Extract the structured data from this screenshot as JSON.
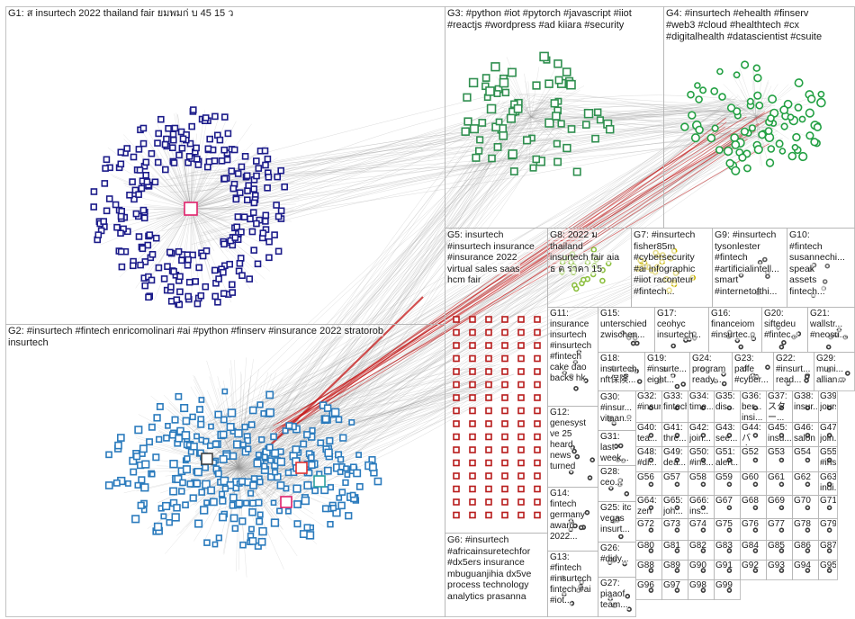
{
  "groups": [
    {
      "id": "G1",
      "text": "G1: ส insurtech 2022 thailand fair ยมพมก่ บ 45 15 ว",
      "node_color": "#1c1c8a",
      "shape": "square",
      "size": "large",
      "count": 260
    },
    {
      "id": "G2",
      "text": "G2: #insurtech #fintech enricomolinari #ai #python #finserv #insurance 2022 stratorob\ninsurtech",
      "node_color": "#2b7bbd",
      "shape": "square",
      "size": "large",
      "count": 300
    },
    {
      "id": "G3",
      "text": "G3: #python #iot #pytorch #javascript #iiot\n#reactjs #wordpress #ad kiiara #security",
      "node_color": "#2f8f4f",
      "shape": "square",
      "size": "mid",
      "count": 70
    },
    {
      "id": "G4",
      "text": "G4: #insurtech #ehealth #finserv\n#web3 #cloud #healthtech #cx\n#digitalhealth #datascientist #csuite",
      "node_color": "#23a043",
      "shape": "circle",
      "size": "mid",
      "count": 80
    },
    {
      "id": "G5",
      "text": "G5: insurtech\n#insurtech insurance\n#insurance 2022\nvirtual sales saas\nhcm fair",
      "node_color": "#b81c1c",
      "shape": "square",
      "size": "grid",
      "count": 96
    },
    {
      "id": "G6",
      "text": "G6: #insurtech\n#africainsuretechfor\n#dx5ers insurance\nmbuguanjihia dx5ve\nprocess technology\nanalytics prasanna",
      "node_color": "#2b7bbd",
      "shape": "square",
      "size": "mid",
      "count": 0
    },
    {
      "id": "G7",
      "text": "G7: #insurtech\nfisher85m\n#cybersecurity\n#ai infographic\n#iiot raconteur\n#fintech...",
      "node_color": "#c8b400",
      "shape": "circle",
      "size": "small",
      "count": 22
    },
    {
      "id": "G8",
      "text": "G8: 2022 ม\nthailand\ninsurtech fair aia\nธ ต ราคา 15",
      "node_color": "#8cbf3f",
      "shape": "circle",
      "size": "small",
      "count": 22
    },
    {
      "id": "G9",
      "text": "G9: #insurtech\ntysonlester\n#fintech\n#artificialintell...\nsmart\n#internetofthi...",
      "node_color": "#5a5a5a",
      "shape": "circle",
      "size": "small",
      "count": 12
    },
    {
      "id": "G10",
      "text": "G10:\n#fintech\nsusannechi...\nspeak\nassets\nfintech...",
      "node_color": "#6d6d6d",
      "shape": "circle",
      "size": "small",
      "count": 12
    },
    {
      "id": "G11",
      "text": "G11:\ninsurance\ninsurtech\n#insurtech\n#fintech\ncake dao\nbacks hk",
      "node_color": "#3d3d3d",
      "shape": "circle",
      "size": "small",
      "count": 8
    },
    {
      "id": "G12",
      "text": "G12:\ngenesyst\nve 25\nheard\nnews\nturned",
      "node_color": "#3d3d3d",
      "shape": "circle",
      "size": "small",
      "count": 8
    },
    {
      "id": "G13",
      "text": "G13:\n#fintech\n#insurtech\nfintech #ai\n#iot...",
      "node_color": "#3d3d3d",
      "shape": "circle",
      "size": "small",
      "count": 6
    },
    {
      "id": "G14",
      "text": "G14:\nfintech\ngermany\naward\n2022...",
      "node_color": "#3d3d3d",
      "shape": "circle",
      "size": "small",
      "count": 6
    },
    {
      "id": "G15",
      "text": "G15:\nunterschied\nzwischen...",
      "node_color": "#3d3d3d",
      "shape": "circle",
      "size": "small",
      "count": 6
    },
    {
      "id": "G16",
      "text": "G16:\nfinanceiom\n#insurtec...",
      "node_color": "#3d3d3d",
      "shape": "circle",
      "size": "small",
      "count": 6
    },
    {
      "id": "G17",
      "text": "G17:\nceohyc\ninsurtech...",
      "node_color": "#3d3d3d",
      "shape": "circle",
      "size": "small",
      "count": 6
    },
    {
      "id": "G18",
      "text": "G18:\ninsurtech\nnft保険...",
      "node_color": "#3d3d3d",
      "shape": "circle",
      "size": "small",
      "count": 5
    },
    {
      "id": "G19",
      "text": "G19:\n#insurte...\neight...",
      "node_color": "#3d3d3d",
      "shape": "circle",
      "size": "small",
      "count": 5
    },
    {
      "id": "G20",
      "text": "G20:\nsiftedeu\n#fintec...",
      "node_color": "#3d3d3d",
      "shape": "circle",
      "size": "small",
      "count": 5
    },
    {
      "id": "G21",
      "text": "G21:\nwallstr...\n#neosu...",
      "node_color": "#3d3d3d",
      "shape": "circle",
      "size": "small",
      "count": 5
    },
    {
      "id": "G22",
      "text": "G22:\n#insurt...\nread...",
      "node_color": "#3d3d3d",
      "shape": "circle",
      "size": "small",
      "count": 4
    },
    {
      "id": "G23",
      "text": "G23:\npaffe\n#cyber...",
      "node_color": "#3d3d3d",
      "shape": "circle",
      "size": "small",
      "count": 4
    },
    {
      "id": "G24",
      "text": "G24:\nprogram\nready...",
      "node_color": "#3d3d3d",
      "shape": "circle",
      "size": "small",
      "count": 4
    },
    {
      "id": "G25",
      "text": "G25: itc\nvegas\ninsurt...",
      "node_color": "#3d3d3d",
      "shape": "circle",
      "size": "small",
      "count": 4
    },
    {
      "id": "G26",
      "text": "G26:\n#didy...",
      "node_color": "#3d3d3d",
      "shape": "circle",
      "size": "small",
      "count": 4
    },
    {
      "id": "G27",
      "text": "G27:\npiaaof\nteam...",
      "node_color": "#3d3d3d",
      "shape": "circle",
      "size": "small",
      "count": 4
    },
    {
      "id": "G28",
      "text": "G28:\nceo...",
      "node_color": "#3d3d3d",
      "shape": "circle",
      "size": "small",
      "count": 4
    },
    {
      "id": "G29",
      "text": "G29:\nmuni...\nallian...",
      "node_color": "#3d3d3d",
      "shape": "circle",
      "size": "small",
      "count": 4
    },
    {
      "id": "G30",
      "text": "G30:\n#insur...\nvitaan...",
      "node_color": "#3d3d3d",
      "shape": "circle",
      "size": "small",
      "count": 4
    },
    {
      "id": "G31",
      "text": "G31:\nlast\nweek...",
      "node_color": "#3d3d3d",
      "shape": "circle",
      "size": "small",
      "count": 4
    }
  ],
  "mini_labels": [
    "G32:\n#insur...",
    "G33:\nfintech...",
    "G34:\ntime...",
    "G35:\ndis...",
    "G36:\nber...\ninsi...",
    "G37:\nスター...",
    "G38:\ninsur...",
    "G39:\njours...",
    "G40:\ntea...",
    "G41:\nthre...",
    "G42:\njoin...",
    "G43:\nsee...",
    "G44:\nバナ...",
    "G45:\ninsu...",
    "G46:\nsalon",
    "G47:\njoin...",
    "G48:\n#di...",
    "G49:\ndea...",
    "G50:\n#ins...",
    "G51:\nalert...",
    "G52",
    "G53",
    "G54",
    "G55:\n#ins...",
    "G56",
    "G57",
    "G58",
    "G59",
    "G60",
    "G61",
    "G62",
    "G63:\nindi...",
    "G64:\nzen",
    "G65:\njoh...",
    "G66:\nins...",
    "G67",
    "G68",
    "G69",
    "G70",
    "G71",
    "G72",
    "G73",
    "G74",
    "G75",
    "G76",
    "G77",
    "G78",
    "G79",
    "G80",
    "G81",
    "G82",
    "G83",
    "G84",
    "G85",
    "G86",
    "G87",
    "G88",
    "G89",
    "G90",
    "G91",
    "G92",
    "G93",
    "G94",
    "G95",
    "G96",
    "G97",
    "G98",
    "G99"
  ],
  "colors": {
    "border": "#b5b5b5",
    "edge": "#999999",
    "edge_red": "#c41414",
    "background": "#ffffff"
  }
}
